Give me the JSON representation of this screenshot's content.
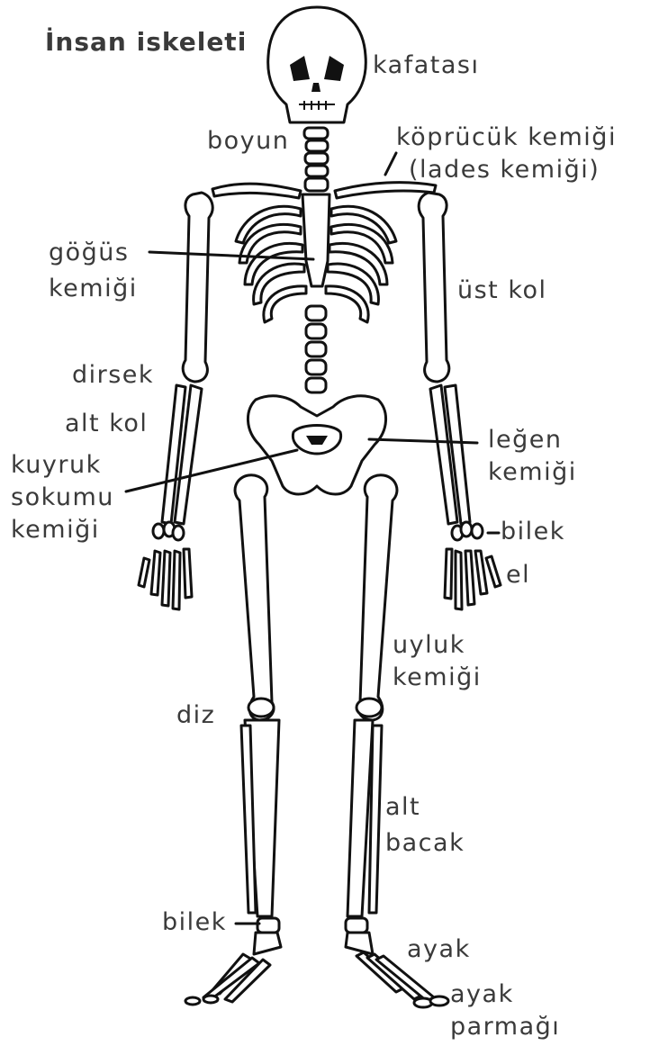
{
  "title": "İnsan iskeleti",
  "labels": {
    "kafatasi": "kafatası",
    "boyun": "boyun",
    "kopruck_1": "köprücük kemiği",
    "kopruck_2": "(lades kemiği)",
    "gogus_1": "göğüs",
    "gogus_2": "kemiği",
    "ust_kol": "üst kol",
    "dirsek": "dirsek",
    "alt_kol": "alt kol",
    "legen_1": "leğen",
    "legen_2": "kemiği",
    "kuyruk_1": "kuyruk",
    "kuyruk_2": "sokumu",
    "kuyruk_3": "kemiği",
    "bilek_el": "bilek",
    "el": "el",
    "uyluk_1": "uyluk",
    "uyluk_2": "kemiği",
    "diz": "diz",
    "alt_bacak_1": "alt",
    "alt_bacak_2": "bacak",
    "bilek_ayak": "bilek",
    "ayak": "ayak",
    "ayak_parmagi_1": "ayak",
    "ayak_parmagi_2": "parmağı"
  }
}
